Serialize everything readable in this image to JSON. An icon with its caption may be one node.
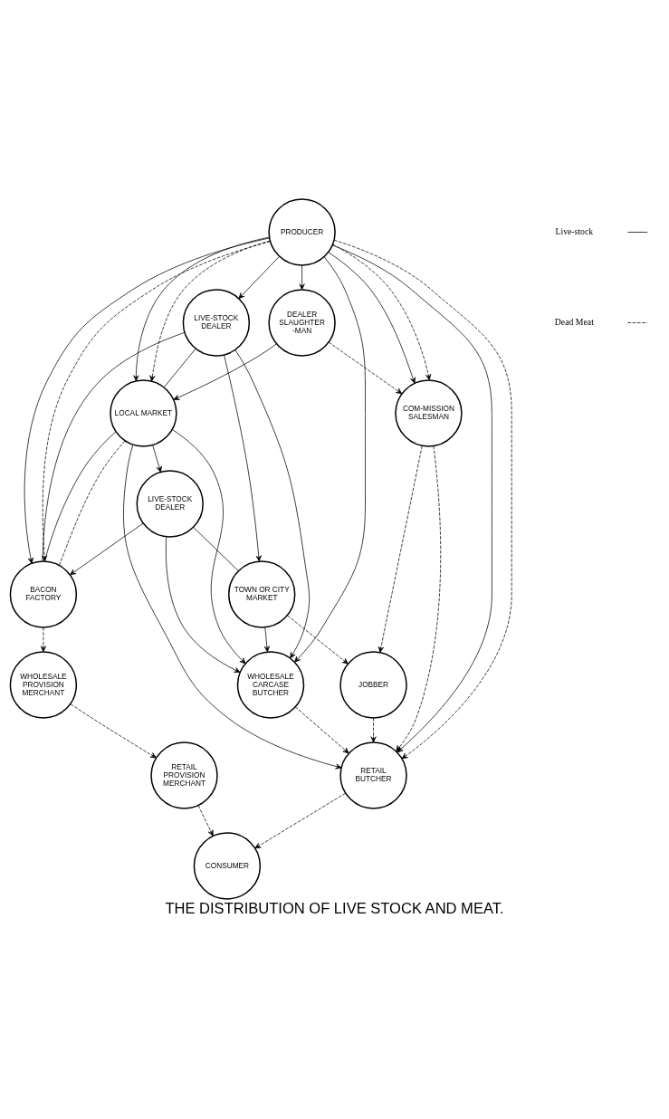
{
  "diagram": {
    "title": "THE DISTRIBUTION OF LIVE STOCK AND MEAT.",
    "nodes": [
      {
        "text": [
          "PRODUCER"
        ]
      },
      {
        "text": [
          "LIVE-STOCK DEALER"
        ]
      },
      {
        "text": [
          "DEALER SLAUGHTER -MAN"
        ]
      },
      {
        "text": [
          "LOCAL MARKET"
        ]
      },
      {
        "text": [
          "BACON FACTORY"
        ]
      },
      {
        "text": [
          "LIVE-STOCK DEALER"
        ]
      },
      {
        "text": [
          "COM-MISSION SALESMAN"
        ]
      },
      {
        "text": [
          "WHOLESALE PROVISION MERCHANT"
        ]
      },
      {
        "text": [
          "TOWN OR CITY MARKET"
        ]
      },
      {
        "text": [
          "JOBBER"
        ]
      },
      {
        "text": [
          "WHOLESALE CARCASE BUTCHER"
        ]
      },
      {
        "text": [
          "RETAIL BUTCHER"
        ]
      },
      {
        "text": [
          "RETAIL PROVISION MERCHANT"
        ]
      },
      {
        "text": [
          "CONSUMER"
        ]
      }
    ],
    "edges": [
      {
        "from": 0,
        "to": 1,
        "arrow": "to"
      },
      {
        "from": 0,
        "to": 2,
        "arrow": "to"
      },
      {
        "from": 0,
        "to": 6,
        "arrow": "to"
      },
      {
        "from": 0,
        "to": 6,
        "arrow": "to",
        "style": "dashed"
      },
      {
        "from": 0,
        "to": 4,
        "arrow": "to"
      },
      {
        "from": 0,
        "to": 4,
        "arrow": "to",
        "style": "dashed"
      },
      {
        "from": 0,
        "to": 11,
        "arrow": "to"
      },
      {
        "from": 0,
        "to": 11,
        "arrow": "to",
        "style": "dashed"
      },
      {
        "from": 0,
        "to": 10,
        "arrow": "to"
      },
      {
        "from": 0,
        "to": 3,
        "arrow": "to"
      },
      {
        "from": 0,
        "to": 3,
        "arrow": "to",
        "style": "dashed"
      },
      {
        "from": 2,
        "to": 3,
        "arrow": "to"
      },
      {
        "from": 1,
        "to": 4,
        "arrow": "none"
      },
      {
        "from": 1,
        "to": 3,
        "arrow": "none"
      },
      {
        "from": 1,
        "to": 10,
        "arrow": "to"
      },
      {
        "from": 1,
        "to": 8,
        "arrow": "to"
      },
      {
        "from": 3,
        "to": 4,
        "arrow": "none"
      },
      {
        "from": 3,
        "to": 4,
        "arrow": "none",
        "style": "dashed"
      },
      {
        "from": 3,
        "to": 5,
        "arrow": "to"
      },
      {
        "from": 3,
        "to": 11,
        "arrow": "to"
      },
      {
        "from": 3,
        "to": 10,
        "arrow": "to"
      },
      {
        "from": 5,
        "to": 4,
        "arrow": "to"
      },
      {
        "from": 5,
        "to": 10,
        "arrow": "to"
      },
      {
        "from": 5,
        "to": 8,
        "arrow": "none"
      },
      {
        "from": 8,
        "to": 10,
        "arrow": "to"
      },
      {
        "from": 8,
        "to": 9,
        "arrow": "to",
        "style": "dashed"
      },
      {
        "from": 2,
        "to": 6,
        "arrow": "to",
        "style": "dashed"
      },
      {
        "from": 4,
        "to": 7,
        "arrow": "to",
        "style": "dashed"
      },
      {
        "from": 6,
        "to": 9,
        "arrow": "to",
        "style": "dashed"
      },
      {
        "from": 6,
        "to": 11,
        "arrow": "to",
        "style": "dashed"
      },
      {
        "from": 7,
        "to": 12,
        "arrow": "to",
        "style": "dashed"
      },
      {
        "from": 9,
        "to": 11,
        "arrow": "to",
        "style": "dashed"
      },
      {
        "from": 10,
        "to": 11,
        "arrow": "to",
        "style": "dashed"
      },
      {
        "from": 11,
        "to": 13,
        "arrow": "to",
        "style": "dashed"
      },
      {
        "from": 12,
        "to": 13,
        "arrow": "to",
        "style": "dashed"
      }
    ],
    "legend": [
      {
        "text": "Live-stock"
      },
      {
        "text": "Dead Meat"
      }
    ]
  }
}
